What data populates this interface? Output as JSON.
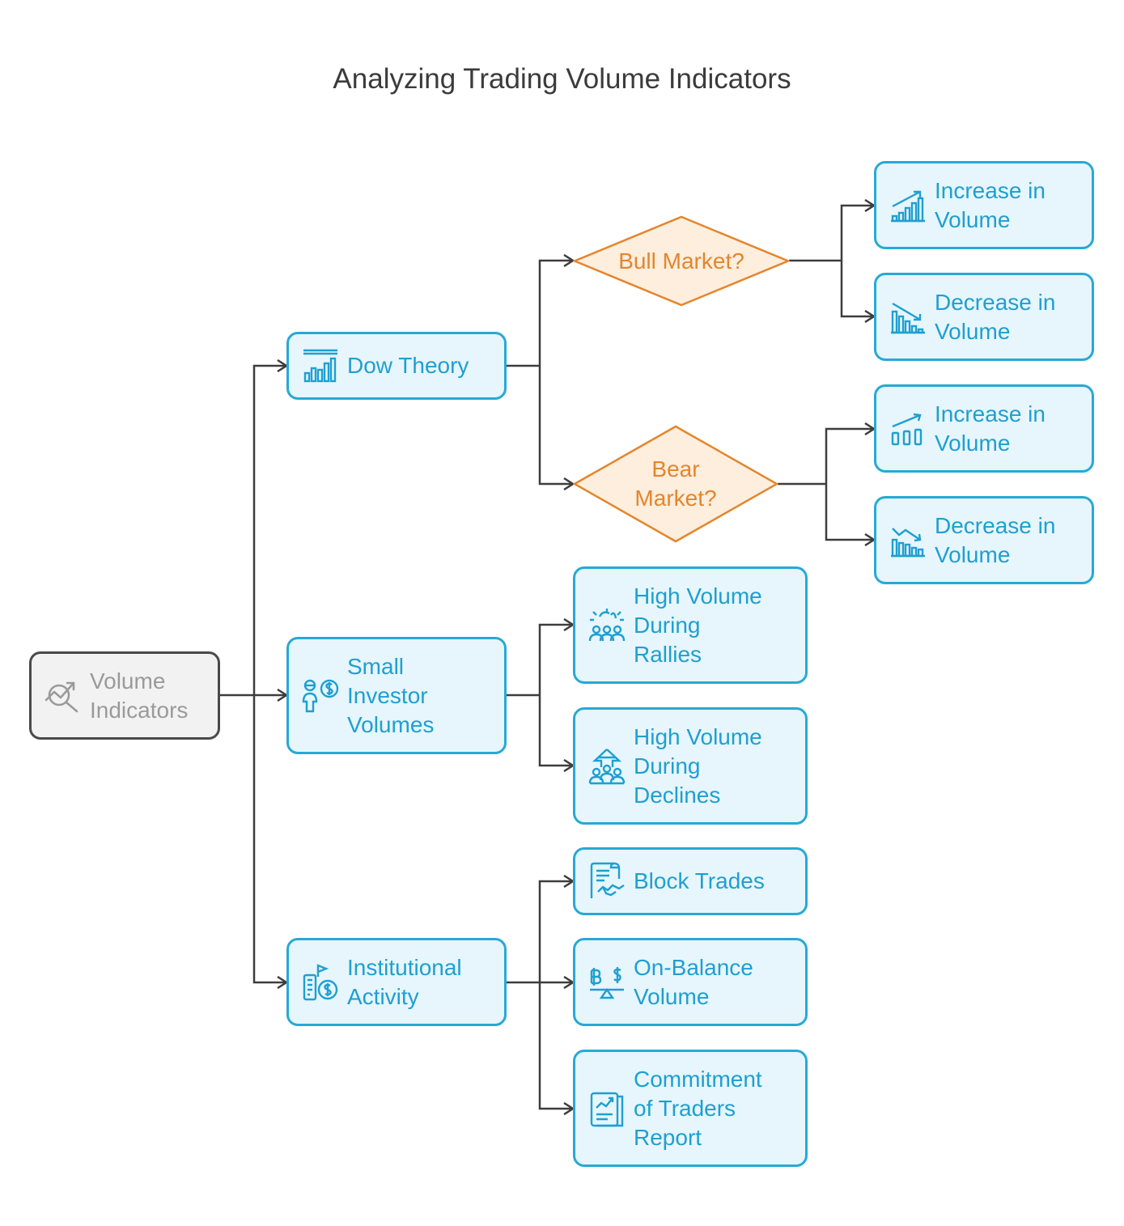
{
  "title": "Analyzing Trading Volume Indicators",
  "colors": {
    "node_stroke": "#27a9d6",
    "node_fill": "#e6f6fc",
    "node_text": "#1f9fd1",
    "decision_stroke": "#e3862d",
    "decision_fill": "#fdeedd",
    "root_stroke": "#4a4a4a",
    "root_fill": "#f2f2f2",
    "root_text": "#9a9a9a",
    "connector": "#3d3d3d"
  },
  "nodes": {
    "root": {
      "label": "Volume\nIndicators",
      "icon": "trend-search-icon"
    },
    "dow_theory": {
      "label": "Dow Theory",
      "icon": "bar-chart-icon"
    },
    "small_investor": {
      "label": "Small\nInvestor\nVolumes",
      "icon": "investor-dollar-icon"
    },
    "institutional": {
      "label": "Institutional\nActivity",
      "icon": "building-dollar-icon"
    },
    "bull_market": {
      "label": "Bull Market?"
    },
    "bear_market": {
      "label": "Bear\nMarket?"
    },
    "bull_increase": {
      "label": "Increase in\nVolume",
      "icon": "rising-bars-icon"
    },
    "bull_decrease": {
      "label": "Decrease in\nVolume",
      "icon": "falling-bars-icon"
    },
    "bear_increase": {
      "label": "Increase in\nVolume",
      "icon": "rising-bars-icon"
    },
    "bear_decrease": {
      "label": "Decrease in\nVolume",
      "icon": "falling-bars-icon"
    },
    "rallies": {
      "label": "High Volume\nDuring\nRallies",
      "icon": "celebrating-crowd-icon"
    },
    "declines": {
      "label": "High Volume\nDuring\nDeclines",
      "icon": "crowd-arrow-icon"
    },
    "block_trades": {
      "label": "Block Trades",
      "icon": "contract-handshake-icon"
    },
    "obv": {
      "label": "On-Balance\nVolume",
      "icon": "balance-scale-icon"
    },
    "cot": {
      "label": "Commitment\nof Traders\nReport",
      "icon": "report-chart-icon"
    }
  }
}
